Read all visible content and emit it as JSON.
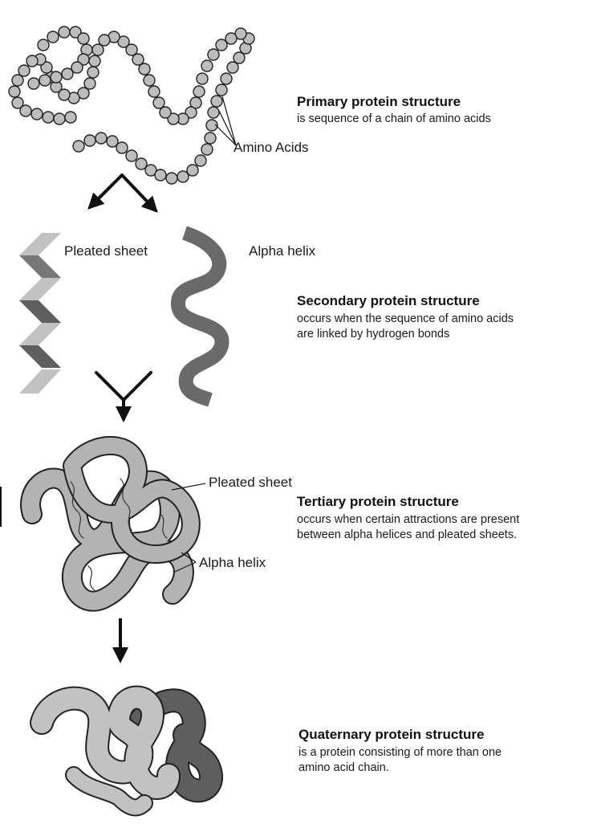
{
  "primary": {
    "title": "Primary protein structure",
    "desc": "is sequence of a chain of amino acids",
    "callout": "Amino Acids"
  },
  "secondary": {
    "title": "Secondary protein structure",
    "desc": [
      "occurs when the sequence of amino acids",
      "are linked by hydrogen bonds"
    ],
    "label_sheet": "Pleated sheet",
    "label_helix": "Alpha helix"
  },
  "tertiary": {
    "title": "Tertiary protein structure",
    "desc": [
      "occurs when certain attractions are present",
      "between alpha helices and pleated sheets."
    ],
    "label_sheet": "Pleated sheet",
    "label_helix": "Alpha helix"
  },
  "quaternary": {
    "title": "Quaternary protein structure",
    "desc": [
      "is a protein consisting of more than one",
      "amino acid chain."
    ]
  },
  "colors": {
    "bead_fill": "#bdbdbd",
    "ribbon_fill": "#b3b3b3",
    "dark_fill": "#5e5e5e",
    "light_fill": "#c2c2c2",
    "stroke": "#222222"
  }
}
